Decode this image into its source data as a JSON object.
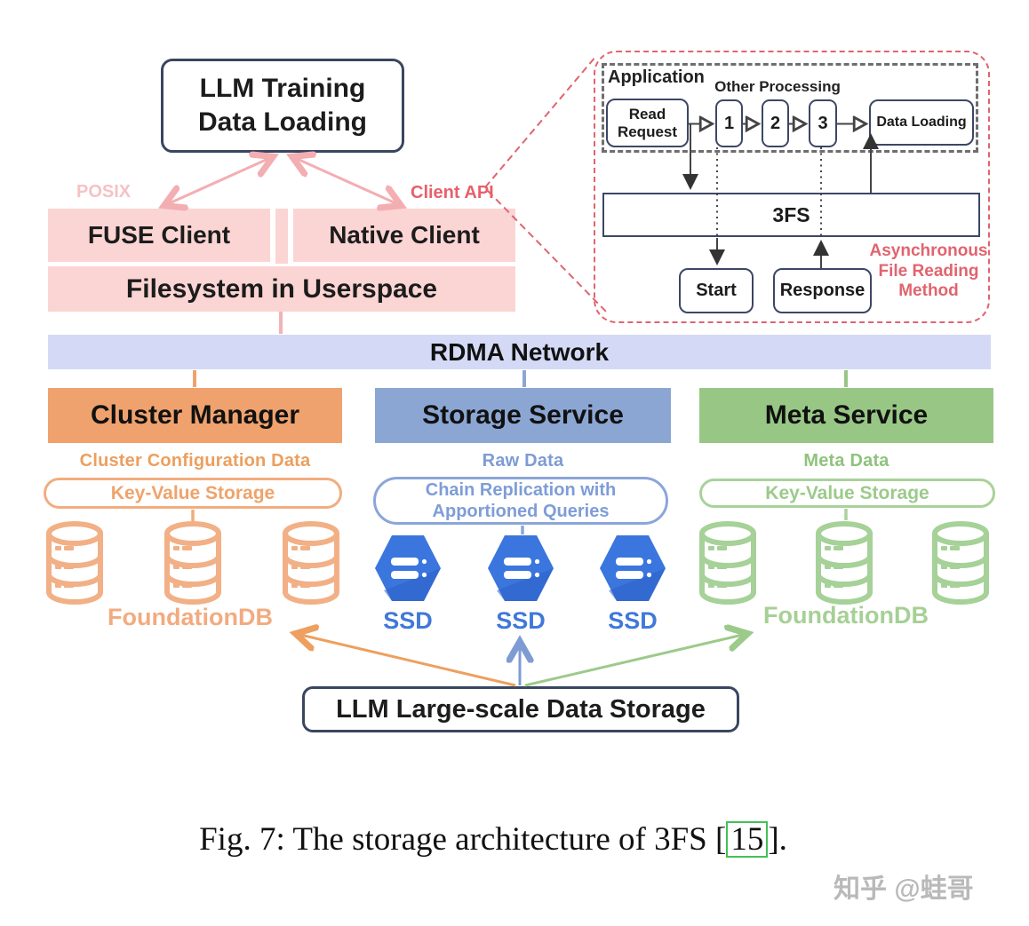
{
  "figure": {
    "training_box": {
      "line1": "LLM Training",
      "line2": "Data Loading"
    },
    "posix_label": "POSIX",
    "client_api_label": "Client API",
    "fuse_client": "FUSE Client",
    "native_client": "Native Client",
    "userspace_bar": "Filesystem in Userspace",
    "rdma_bar": "RDMA Network",
    "services": {
      "cluster": {
        "title": "Cluster Manager",
        "data_label": "Cluster Configuration Data",
        "pill": "Key-Value Storage",
        "db_label": "FoundationDB"
      },
      "storage": {
        "title": "Storage Service",
        "data_label": "Raw Data",
        "pill_line1": "Chain Replication with",
        "pill_line2": "Apportioned Queries",
        "ssd_labels": [
          "SSD",
          "SSD",
          "SSD"
        ]
      },
      "meta": {
        "title": "Meta Service",
        "data_label": "Meta Data",
        "pill": "Key-Value Storage",
        "db_label": "FoundationDB"
      }
    },
    "bottom_box": "LLM Large-scale Data Storage",
    "inset": {
      "application_label": "Application",
      "other_processing_label": "Other Processing",
      "read_request": {
        "line1": "Read",
        "line2": "Request"
      },
      "steps": [
        "1",
        "2",
        "3"
      ],
      "data_loading": "Data Loading",
      "bar": "3FS",
      "start": "Start",
      "response": "Response",
      "method_label": {
        "line1": "Asynchronous",
        "line2": "File Reading",
        "line3": "Method"
      }
    },
    "caption": {
      "prefix": "Fig. 7: The storage architecture of 3FS [",
      "cite": "15",
      "suffix": "]."
    },
    "watermark": "知乎 @蛙哥",
    "colors": {
      "pink_fill": "#fbd5d3",
      "posix_text": "#f6c2c5",
      "client_api_text": "#e7606c",
      "pink_arrow": "#f3aeb2",
      "rdma_fill": "#d4daf6",
      "cluster_orange": "#efa26e",
      "storage_blue": "#8ca6d4",
      "meta_green": "#98c785",
      "orange_text": "#ec9f5e",
      "blue_text": "#7e9bd3",
      "green_text": "#8fc37d",
      "db_orange": "#f2b086",
      "db_green": "#a6d198",
      "ssd_hex_blue": "#3b76de",
      "ssd_text_blue": "#4079d8",
      "navy_border": "#3a4660",
      "red_dashed": "#e0646e",
      "gray_dashed": "#6e6e6e",
      "citation_green": "#43c156",
      "watermark_gray": "#b9b9b9"
    }
  }
}
